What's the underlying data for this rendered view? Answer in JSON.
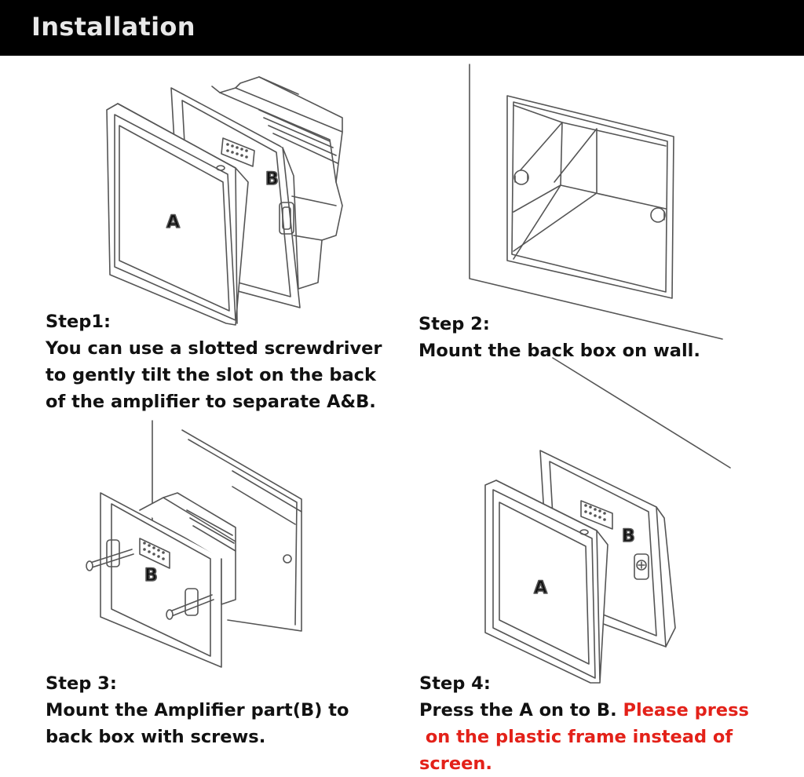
{
  "header": {
    "title": "Installation"
  },
  "figures": {
    "fig1": {
      "label_a": "A",
      "label_b": "B"
    },
    "fig3": {
      "label_b": "B"
    },
    "fig4": {
      "label_a": "A",
      "label_b": "B"
    }
  },
  "steps": [
    {
      "title": "Step1:",
      "lines": [
        "You can use a slotted screwdriver",
        "to gently tilt the slot on the back",
        "of the amplifier to separate A&B."
      ]
    },
    {
      "title": "Step 2:",
      "lines": [
        "Mount the back box on wall."
      ]
    },
    {
      "title": "Step 3:",
      "lines": [
        "Mount the Amplifier part(B) to",
        "back box with screws."
      ]
    },
    {
      "title": "Step 4:",
      "line1_plain": "Press the A on to B. ",
      "line1_warn": "Please press",
      "warn_lines": [
        " on the plastic frame instead of",
        "screen."
      ]
    }
  ],
  "colors": {
    "header_bg": "#000000",
    "warning_text": "#e32119",
    "line_art": "#555555"
  }
}
